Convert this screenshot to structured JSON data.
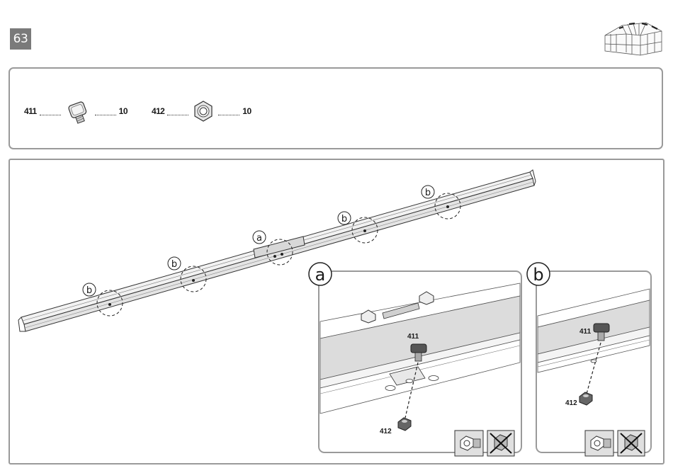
{
  "step": {
    "number": "63"
  },
  "parts": [
    {
      "id": "411",
      "quantity": "10",
      "icon": "bolt-icon"
    },
    {
      "id": "412",
      "quantity": "10",
      "icon": "hex-nut-icon"
    }
  ],
  "callouts": {
    "a": "a",
    "b": "b"
  },
  "detail_a": {
    "letter": "a",
    "bolt_label": "411",
    "nut_label": "412"
  },
  "detail_b": {
    "letter": "b",
    "bolt_label": "411",
    "nut_label": "412"
  }
}
